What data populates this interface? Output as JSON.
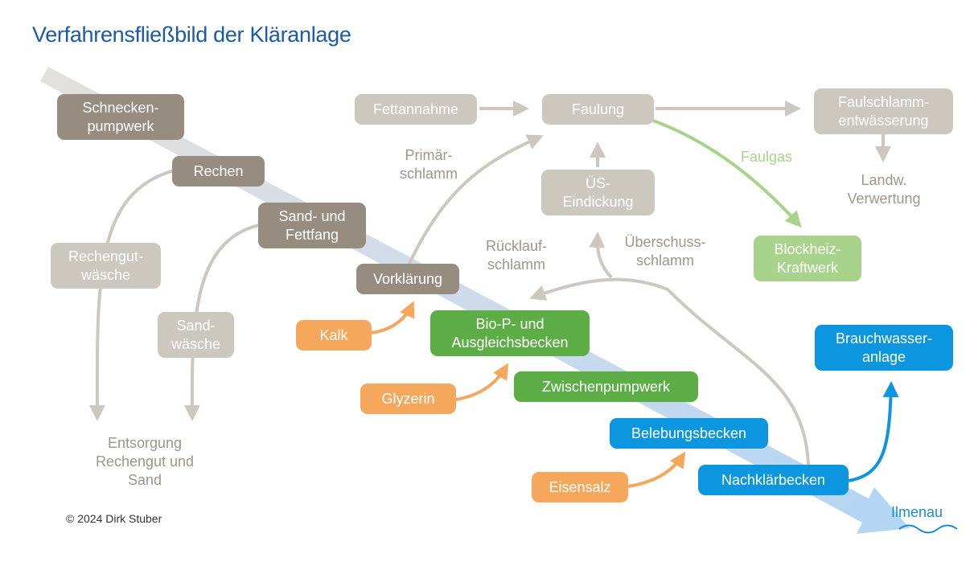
{
  "title": "Verfahrensfließbild der Kläranlage",
  "copyright": "© 2024 Dirk Stuber",
  "river": "Ilmenau",
  "colors": {
    "dark_box": "#978c80",
    "light_box": "#cdc8bf",
    "green": "#5cad45",
    "light_green": "#a8d38a",
    "orange": "#f5a75c",
    "blue": "#0c96e0",
    "grey_arrow": "#cdc8bf",
    "title": "#1a5aa6"
  },
  "nodes": {
    "schneckenpumpwerk": "Schnecken-\npumpwerk",
    "rechen": "Rechen",
    "sand_fettfang": "Sand- und\nFettfang",
    "vorklaerung": "Vorklärung",
    "rechengutwaesche": "Rechengut-\nwäsche",
    "sandwaesche": "Sand-\nwäsche",
    "fettannahme": "Fettannahme",
    "faulung": "Faulung",
    "faulschlammentwaesserung": "Faulschlamm-\nentwässerung",
    "ues_eindickung": "ÜS-\nEindickung",
    "blockheizkraftwerk": "Blockheiz-\nKraftwerk",
    "kalk": "Kalk",
    "bio_p": "Bio-P- und\nAusgleichsbecken",
    "glyzerin": "Glyzerin",
    "zwischenpumpwerk": "Zwischenpumpwerk",
    "belebungsbecken": "Belebungsbecken",
    "eisensalz": "Eisensalz",
    "nachklaerbecken": "Nachklärbecken",
    "brauchwasseranlage": "Brauchwasser-\nanlage"
  },
  "labels": {
    "entsorgung": "Entsorgung\nRechengut und\nSand",
    "landw_verwertung": "Landw.\nVerwertung",
    "faulgas": "Faulgas",
    "primaerschlamm": "Primär-\nschlamm",
    "ruecklaufschlamm": "Rücklauf-\nschlamm",
    "ueberschussschlamm": "Überschuss-\nschlamm"
  }
}
